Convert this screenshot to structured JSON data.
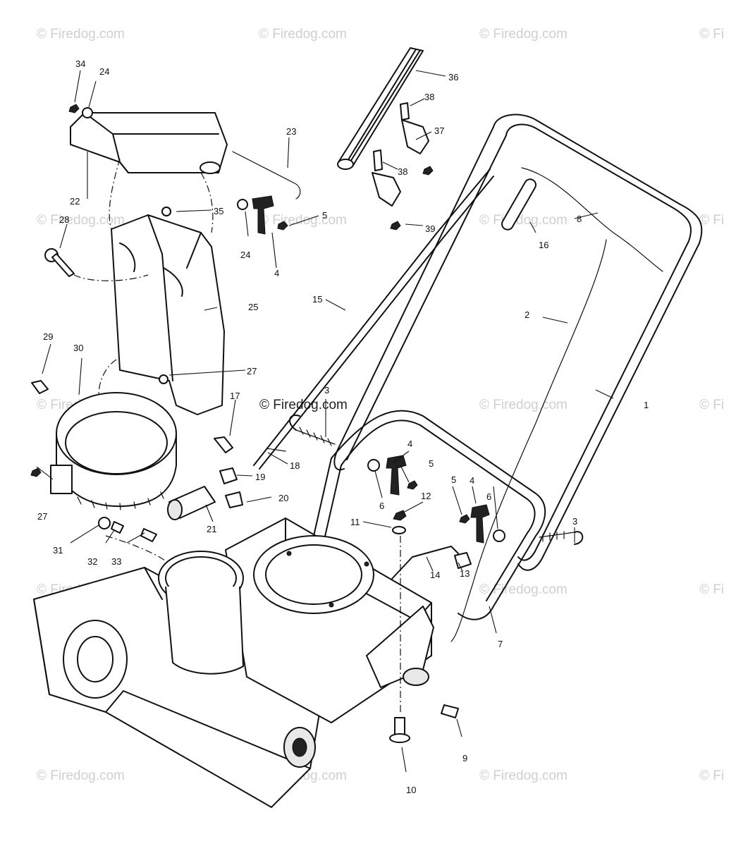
{
  "watermark": {
    "text": "© Firedog.com",
    "partial_text": "© Fi"
  },
  "callouts": [
    {
      "id": "c1",
      "label": "1"
    },
    {
      "id": "c2",
      "label": "2"
    },
    {
      "id": "c3a",
      "label": "3"
    },
    {
      "id": "c3b",
      "label": "3"
    },
    {
      "id": "c4a",
      "label": "4"
    },
    {
      "id": "c4b",
      "label": "4"
    },
    {
      "id": "c4c",
      "label": "4"
    },
    {
      "id": "c5a",
      "label": "5"
    },
    {
      "id": "c5b",
      "label": "5"
    },
    {
      "id": "c5c",
      "label": "5"
    },
    {
      "id": "c6a",
      "label": "6"
    },
    {
      "id": "c6b",
      "label": "6"
    },
    {
      "id": "c7",
      "label": "7"
    },
    {
      "id": "c8",
      "label": "8"
    },
    {
      "id": "c9",
      "label": "9"
    },
    {
      "id": "c10",
      "label": "10"
    },
    {
      "id": "c11",
      "label": "11"
    },
    {
      "id": "c12",
      "label": "12"
    },
    {
      "id": "c13",
      "label": "13"
    },
    {
      "id": "c14",
      "label": "14"
    },
    {
      "id": "c15",
      "label": "15"
    },
    {
      "id": "c16",
      "label": "16"
    },
    {
      "id": "c17",
      "label": "17"
    },
    {
      "id": "c18",
      "label": "18"
    },
    {
      "id": "c19",
      "label": "19"
    },
    {
      "id": "c20",
      "label": "20"
    },
    {
      "id": "c21",
      "label": "21"
    },
    {
      "id": "c22",
      "label": "22"
    },
    {
      "id": "c23",
      "label": "23"
    },
    {
      "id": "c24a",
      "label": "24"
    },
    {
      "id": "c24b",
      "label": "24"
    },
    {
      "id": "c25",
      "label": "25"
    },
    {
      "id": "c27a",
      "label": "27"
    },
    {
      "id": "c27b",
      "label": "27"
    },
    {
      "id": "c28",
      "label": "28"
    },
    {
      "id": "c29",
      "label": "29"
    },
    {
      "id": "c30",
      "label": "30"
    },
    {
      "id": "c31",
      "label": "31"
    },
    {
      "id": "c32",
      "label": "32"
    },
    {
      "id": "c33",
      "label": "33"
    },
    {
      "id": "c34",
      "label": "34"
    },
    {
      "id": "c35",
      "label": "35"
    },
    {
      "id": "c36",
      "label": "36"
    },
    {
      "id": "c37",
      "label": "37"
    },
    {
      "id": "c38a",
      "label": "38"
    },
    {
      "id": "c38b",
      "label": "38"
    },
    {
      "id": "c39",
      "label": "39"
    }
  ]
}
